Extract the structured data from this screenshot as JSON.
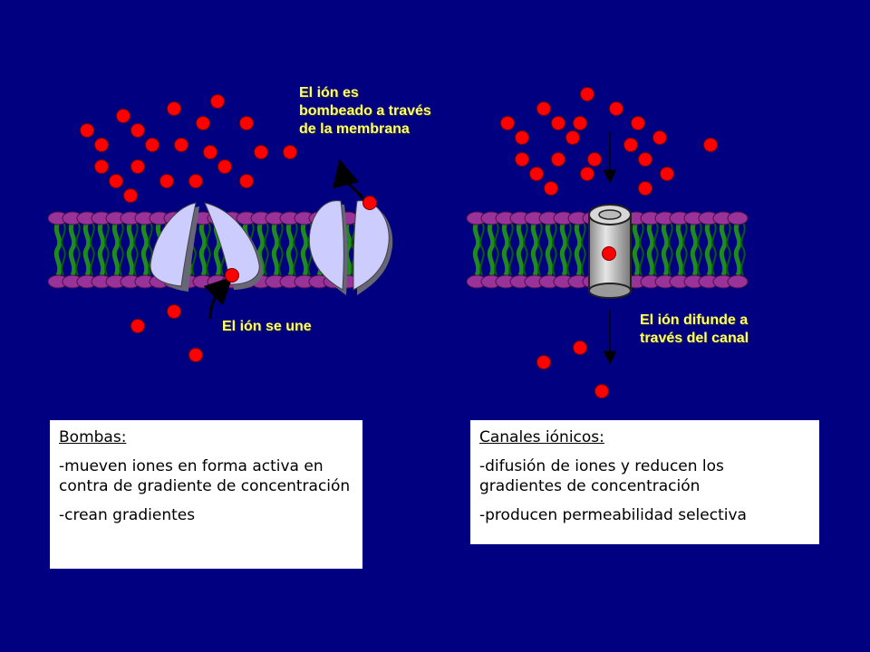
{
  "labels": {
    "pump_label": "El ión es\nbombeado a través\nde la membrana",
    "bind_label": "El ión se une",
    "channel_label": "El ión difunde a\ntravés del canal"
  },
  "pumps_box": {
    "title": "Bombas:",
    "line1": "-mueven iones en forma activa en contra de gradiente de concentración",
    "line2": "-crean gradientes"
  },
  "channels_box": {
    "title": "Canales iónicos:",
    "line1": "-difusión de iones y reducen los gradientes de concentración",
    "line2": "-producen permeabilidad selectiva"
  },
  "colors": {
    "background": "#000080",
    "ion": "#ff0000",
    "lipid_head": "#993399",
    "lipid_tail": "#1f8a1f",
    "pump": "#ccccff",
    "channel": "#c8c8c8",
    "label_text": "#ffff66"
  }
}
